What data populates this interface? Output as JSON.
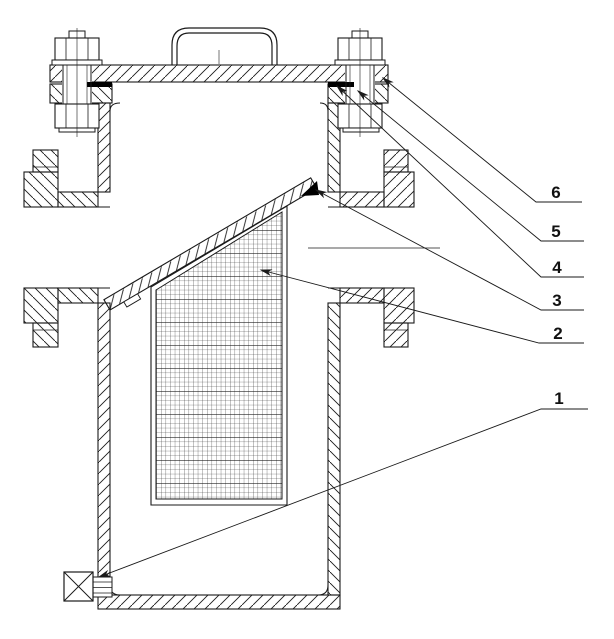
{
  "colors": {
    "background": "#ffffff",
    "line": "#1a1a1a"
  },
  "callouts": [
    {
      "number": "1"
    },
    {
      "number": "2"
    },
    {
      "number": "3"
    },
    {
      "number": "4"
    },
    {
      "number": "5"
    },
    {
      "number": "6"
    }
  ]
}
